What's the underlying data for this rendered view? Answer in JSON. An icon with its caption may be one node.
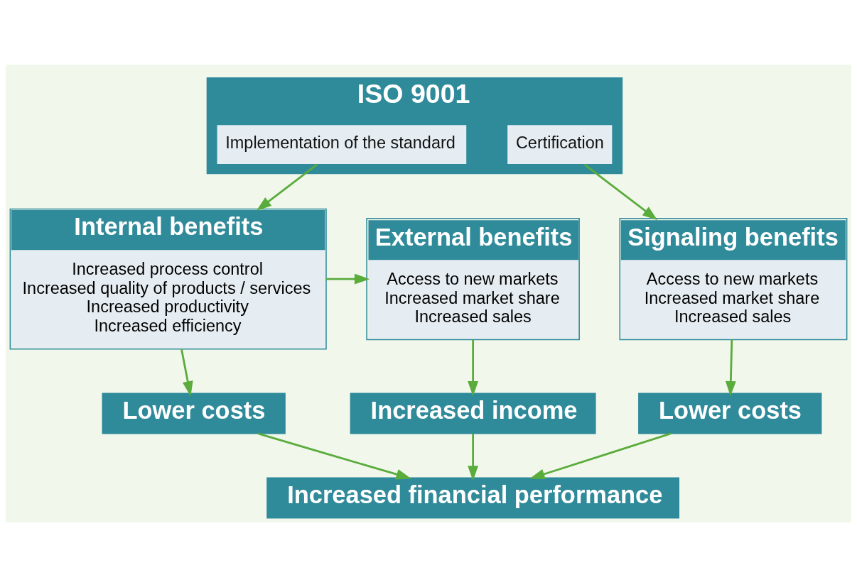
{
  "diagram": {
    "nodes": [
      {
        "text": [
          "ISO 9001"
        ]
      },
      {
        "text": [
          "Implementation of the standard"
        ],
        "in": 0
      },
      {
        "text": [
          "Certification"
        ],
        "in": 0
      },
      {
        "text": [
          "Internal benefits",
          "Increased process control",
          "Increased quality of products / services",
          "Increased productivity",
          "Increased efficiency"
        ]
      },
      {
        "text": [
          "External benefits",
          "Access to new markets",
          "Increased market share",
          "Increased sales"
        ]
      },
      {
        "text": [
          "Signaling benefits",
          "Access to new markets",
          "Increased market share",
          "Increased sales"
        ]
      },
      {
        "text": [
          "Lower costs"
        ]
      },
      {
        "text": [
          "Increased income"
        ]
      },
      {
        "text": [
          "Lower costs"
        ]
      },
      {
        "text": [
          "Increased financial performance"
        ]
      }
    ],
    "edges": [
      {
        "from": 1,
        "to": 3,
        "arrow": "to"
      },
      {
        "from": 2,
        "to": 5,
        "arrow": "to"
      },
      {
        "from": 3,
        "to": 4,
        "arrow": "to"
      },
      {
        "from": 3,
        "to": 6,
        "arrow": "to"
      },
      {
        "from": 4,
        "to": 7,
        "arrow": "to"
      },
      {
        "from": 5,
        "to": 8,
        "arrow": "to"
      },
      {
        "from": 6,
        "to": 9,
        "arrow": "to"
      },
      {
        "from": 7,
        "to": 9,
        "arrow": "to"
      },
      {
        "from": 8,
        "to": 9,
        "arrow": "to"
      }
    ]
  }
}
